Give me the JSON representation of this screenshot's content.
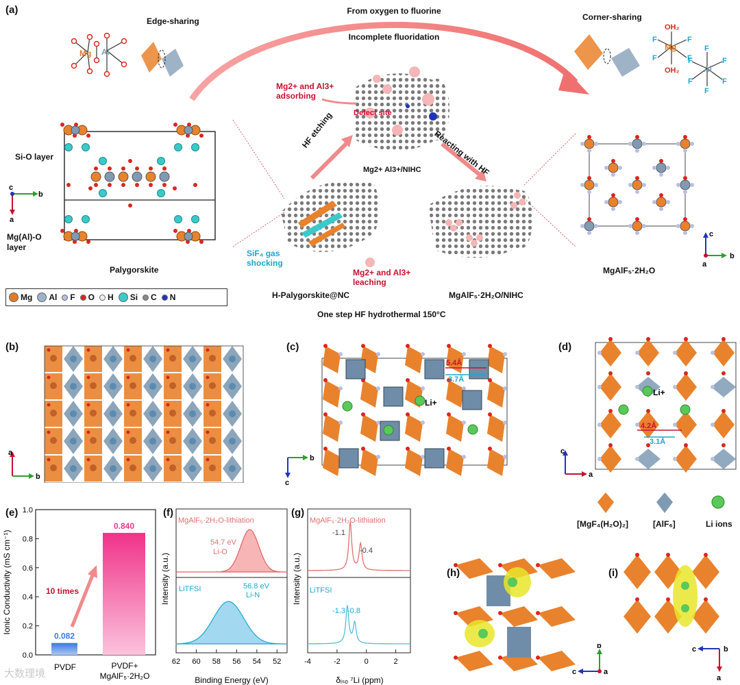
{
  "panel_a": {
    "letter": "(a)",
    "top_title_1": "From oxygen to fluorine",
    "top_title_2": "Incomplete fluoridation",
    "edge_sharing": "Edge-sharing",
    "corner_sharing": "Corner-sharing",
    "mg": "Mg",
    "al": "Al",
    "oh2_top": "OH₂",
    "oh2_bottom": "OH₂",
    "f": "F",
    "sio_layer": "Si-O layer",
    "mgalo_layer_1": "Mg(Al)-O",
    "mgalo_layer_2": "layer",
    "palygorskite": "Palygorskite",
    "axis_c": "c",
    "axis_b": "b",
    "axis_a": "a",
    "adsorbing_1": "Mg2+ and Al3+",
    "adsorbing_2": "adsorbing",
    "defect_site": "Defect site",
    "hf_etching": "HF etching",
    "reacting_hf": "Reacting with HF",
    "nihc_label": "Mg2+ Al3+/NIHC",
    "sif4_1": "SiF₄ gas",
    "sif4_2": "shocking",
    "leaching_1": "Mg2+ and Al3+",
    "leaching_2": "leaching",
    "h_paly": "H-Palygorskite@NC",
    "mgalf_nihc": "MgAlF₅·2H₂O/NIHC",
    "mgalf_label": "MgAlF₅·2H₂O",
    "one_step": "One step HF hydrothermal  150°C",
    "legend": [
      {
        "sym": "Mg",
        "color": "#e07b2a"
      },
      {
        "sym": "Al",
        "color": "#9bb3c9"
      },
      {
        "sym": "F",
        "color": "#b9bfe0"
      },
      {
        "sym": "O",
        "color": "#d9271e"
      },
      {
        "sym": "H",
        "color": "#eeeeee"
      },
      {
        "sym": "Si",
        "color": "#3cc9c9"
      },
      {
        "sym": "C",
        "color": "#888888"
      },
      {
        "sym": "N",
        "color": "#2034b8"
      }
    ]
  },
  "panel_b": {
    "letter": "(b)",
    "axis_a": "a",
    "axis_b": "b"
  },
  "panel_c": {
    "letter": "(c)",
    "dist1": "5.4Å",
    "dist2": "3.7Å",
    "li": "Li+",
    "axis_b": "b",
    "axis_c": "c"
  },
  "panel_d": {
    "letter": "(d)",
    "dist1": "4.2Å",
    "dist2": "3.1Å",
    "li": "Li+",
    "axis_c": "c",
    "axis_a": "a",
    "legend1": "[MgF₄(H₂O)₂]",
    "legend2": "[AlF₆]",
    "legend3": "Li ions"
  },
  "panel_e": {
    "letter": "(e)",
    "annotation": "10 times",
    "chart_data": {
      "type": "bar",
      "categories": [
        "PVDF",
        "PVDF+ MgAlF₅·2H₂O"
      ],
      "values": [
        0.082,
        0.84
      ],
      "value_labels": [
        "0.082",
        "0.840"
      ],
      "ylabel": "Ionic Conductivity (mS cm⁻¹)",
      "ylim": [
        0.0,
        1.0
      ],
      "yticks": [
        "0.0",
        "0.2",
        "0.4",
        "0.6",
        "0.8",
        "1.0"
      ],
      "colors": [
        "#3b7ae0",
        "#f0338a"
      ]
    }
  },
  "panel_f": {
    "letter": "(f)",
    "top_title": "MgAlF₅·2H₂O-lithiation",
    "top_peak_1": "54.7 eV",
    "top_peak_2": "Li-O",
    "bottom_title": "LiTFSI",
    "bottom_peak_1": "56.8 eV",
    "bottom_peak_2": "Li-N",
    "chart_data": {
      "type": "line",
      "xlabel": "Binding Energy (eV)",
      "ylabel": "Intensity (a.u.)",
      "xlim": [
        62,
        51
      ],
      "xticks": [
        "62",
        "60",
        "58",
        "56",
        "54",
        "52"
      ],
      "series": [
        {
          "name": "",
          "peak_x": 54.7
        },
        {
          "name": "",
          "peak_x": 56.8
        }
      ]
    }
  },
  "panel_g": {
    "letter": "(g)",
    "top_title": "MgAlF₅·2H₂O-lithiation",
    "top_peak_1": "-1.1",
    "top_peak_2": "-0.4",
    "bottom_title": "LiTFSI",
    "bottom_peaks": "-1.3  -0.8",
    "chart_data": {
      "type": "line",
      "xlabel": "δᵢₛₒ ⁷Li (ppm)",
      "ylabel": "Intensity (a.u.)",
      "xlim": [
        -4,
        3
      ],
      "xticks": [
        "-4",
        "-2",
        "0",
        "2"
      ],
      "series": [
        {
          "name": "",
          "peaks": [
            -1.1,
            -0.4
          ]
        },
        {
          "name": "",
          "peaks": [
            -1.3,
            -0.8
          ]
        }
      ]
    }
  },
  "panel_h": {
    "letter": "(h)",
    "axis_b": "b",
    "axis_c": "c",
    "axis_a": "a"
  },
  "panel_i": {
    "letter": "(i)",
    "axis_c": "c",
    "axis_b": "b",
    "axis_a": "a"
  },
  "watermark": "大数理境",
  "colors": {
    "orange": "#e9822c",
    "blue": "#7f9bb4",
    "pink_arrow": "#f08a8a",
    "red_text": "#c8102e",
    "cyan_text": "#1aa7c9"
  }
}
